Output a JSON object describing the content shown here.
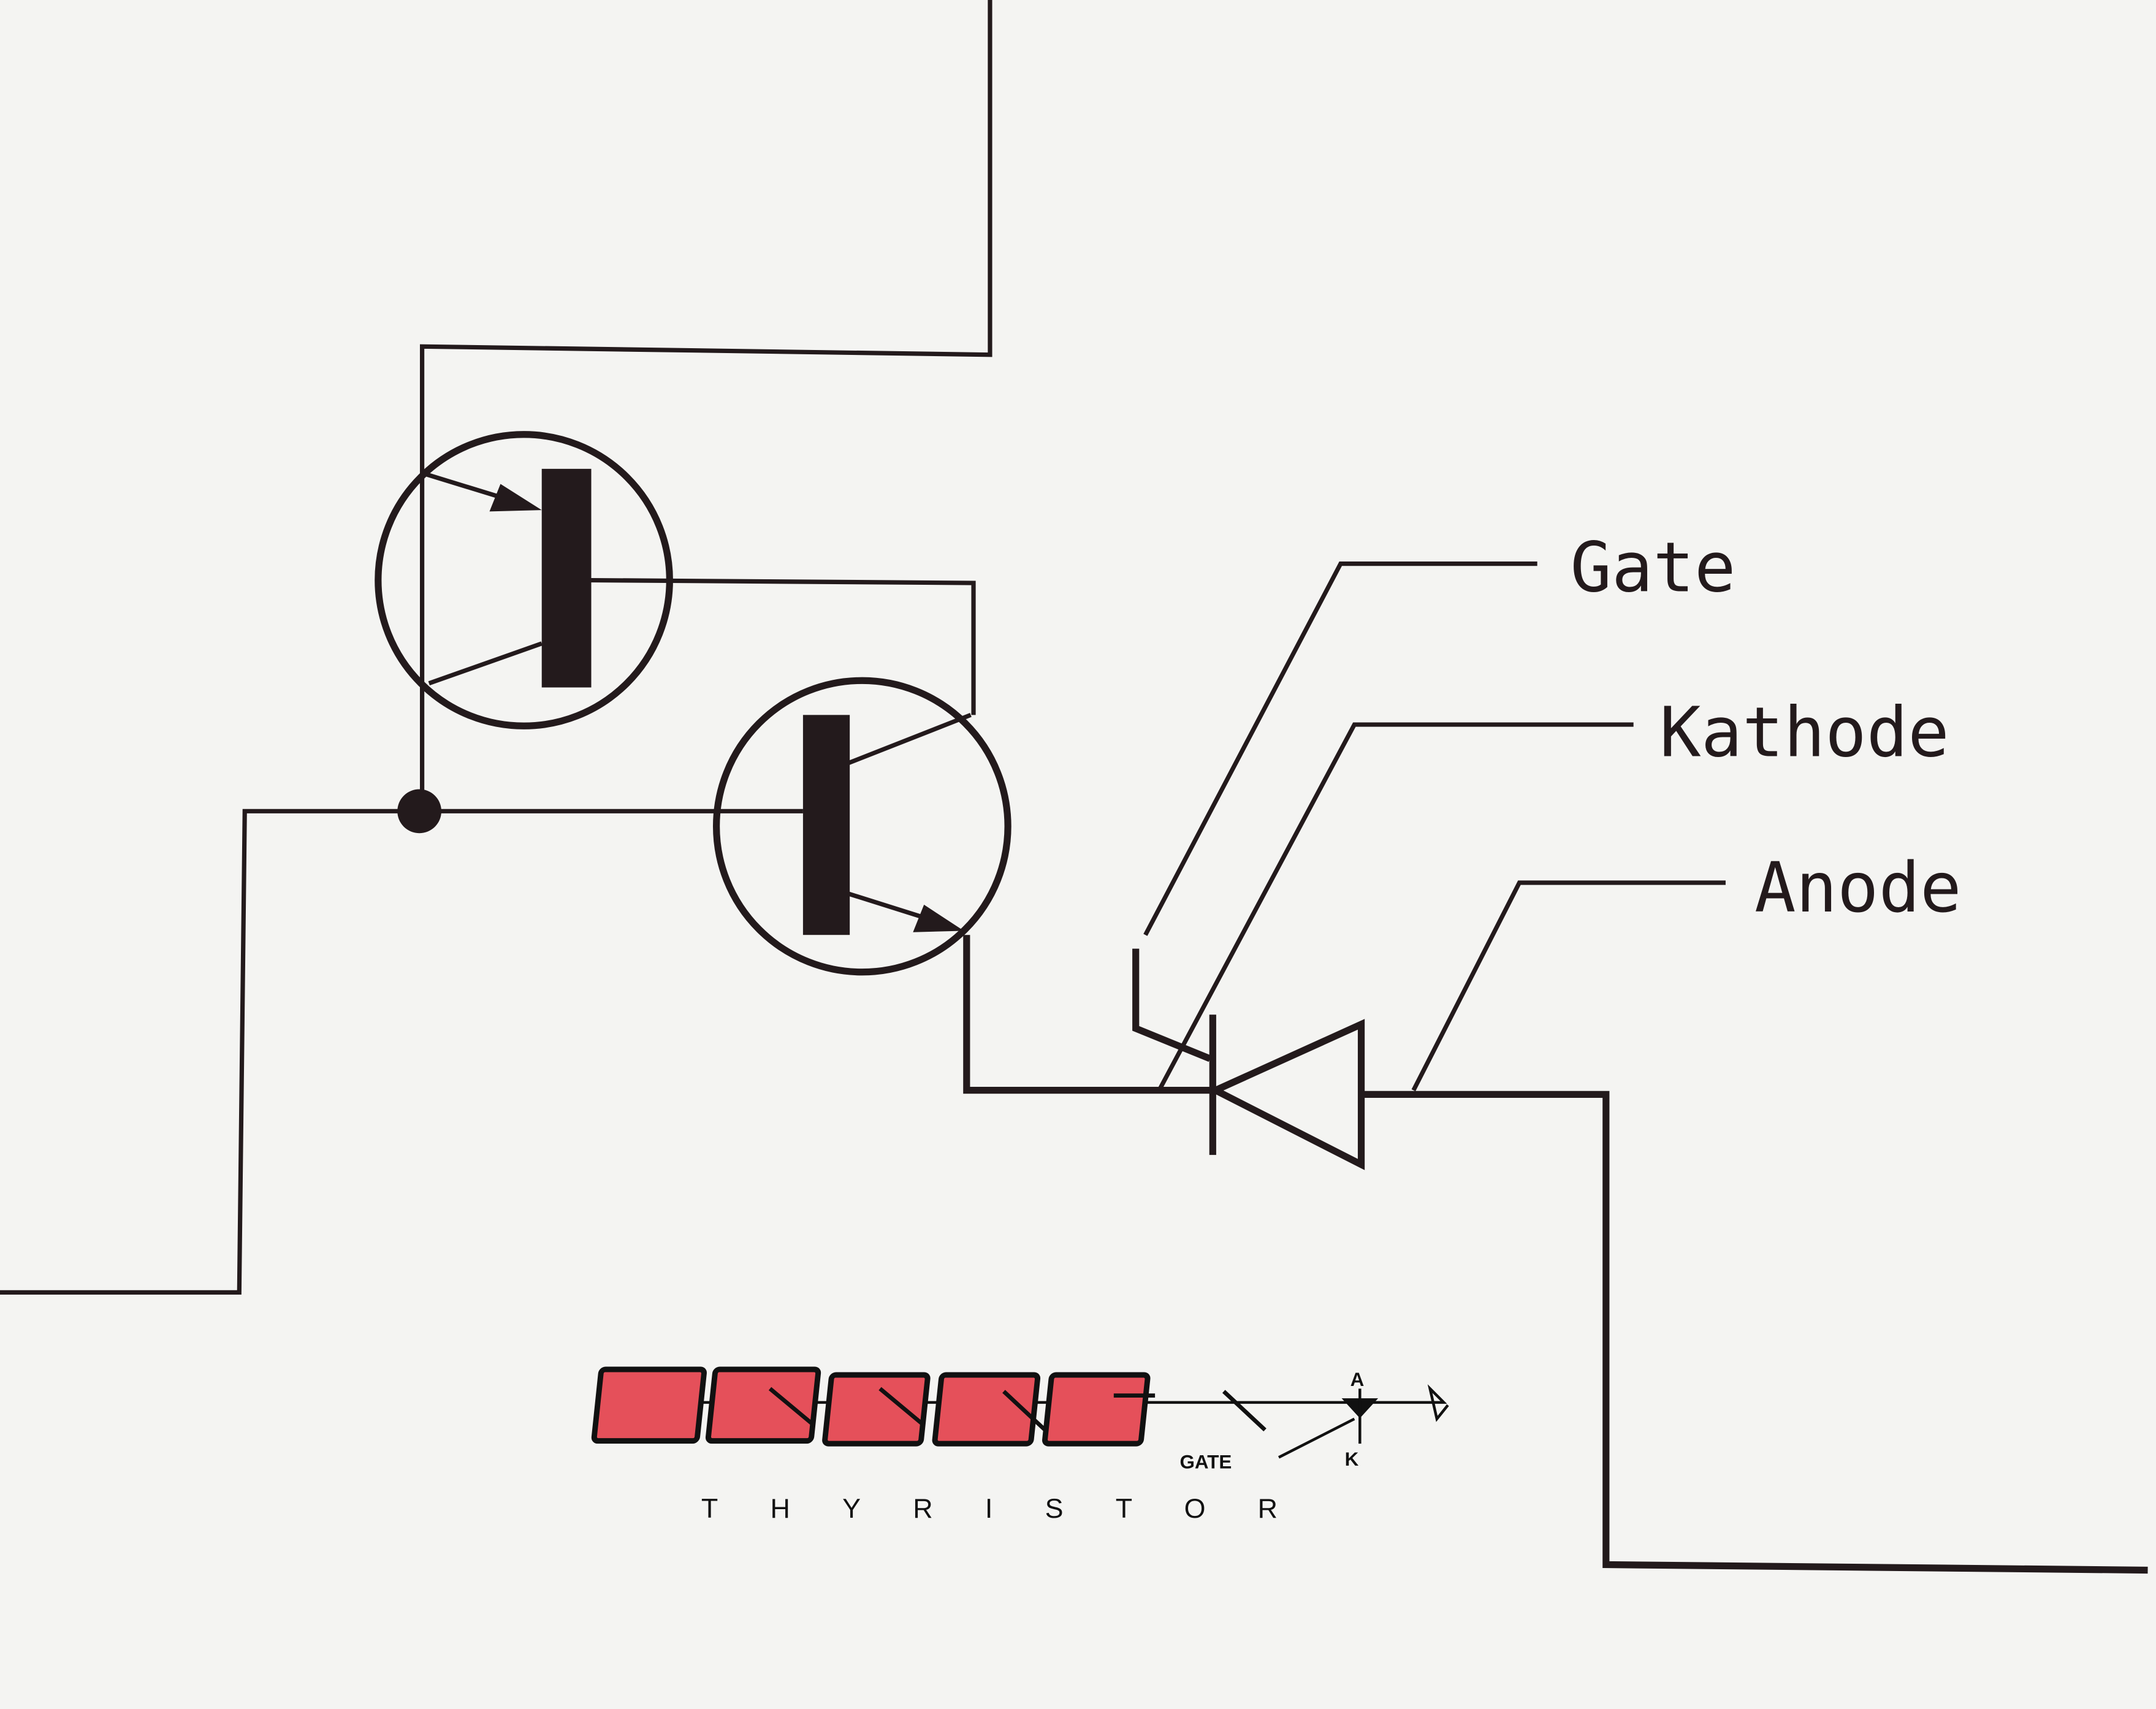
{
  "labels": {
    "gate": "Gate",
    "kathode": "Kathode",
    "anode": "Anode"
  },
  "logo": {
    "title": "THYRISTOR",
    "gate_mark": "GATE",
    "anode_mark": "A",
    "kathode_mark": "K"
  },
  "colors": {
    "ink": "#231a1c",
    "logo_red": "#e5505a",
    "paper": "#f4f4f2"
  }
}
